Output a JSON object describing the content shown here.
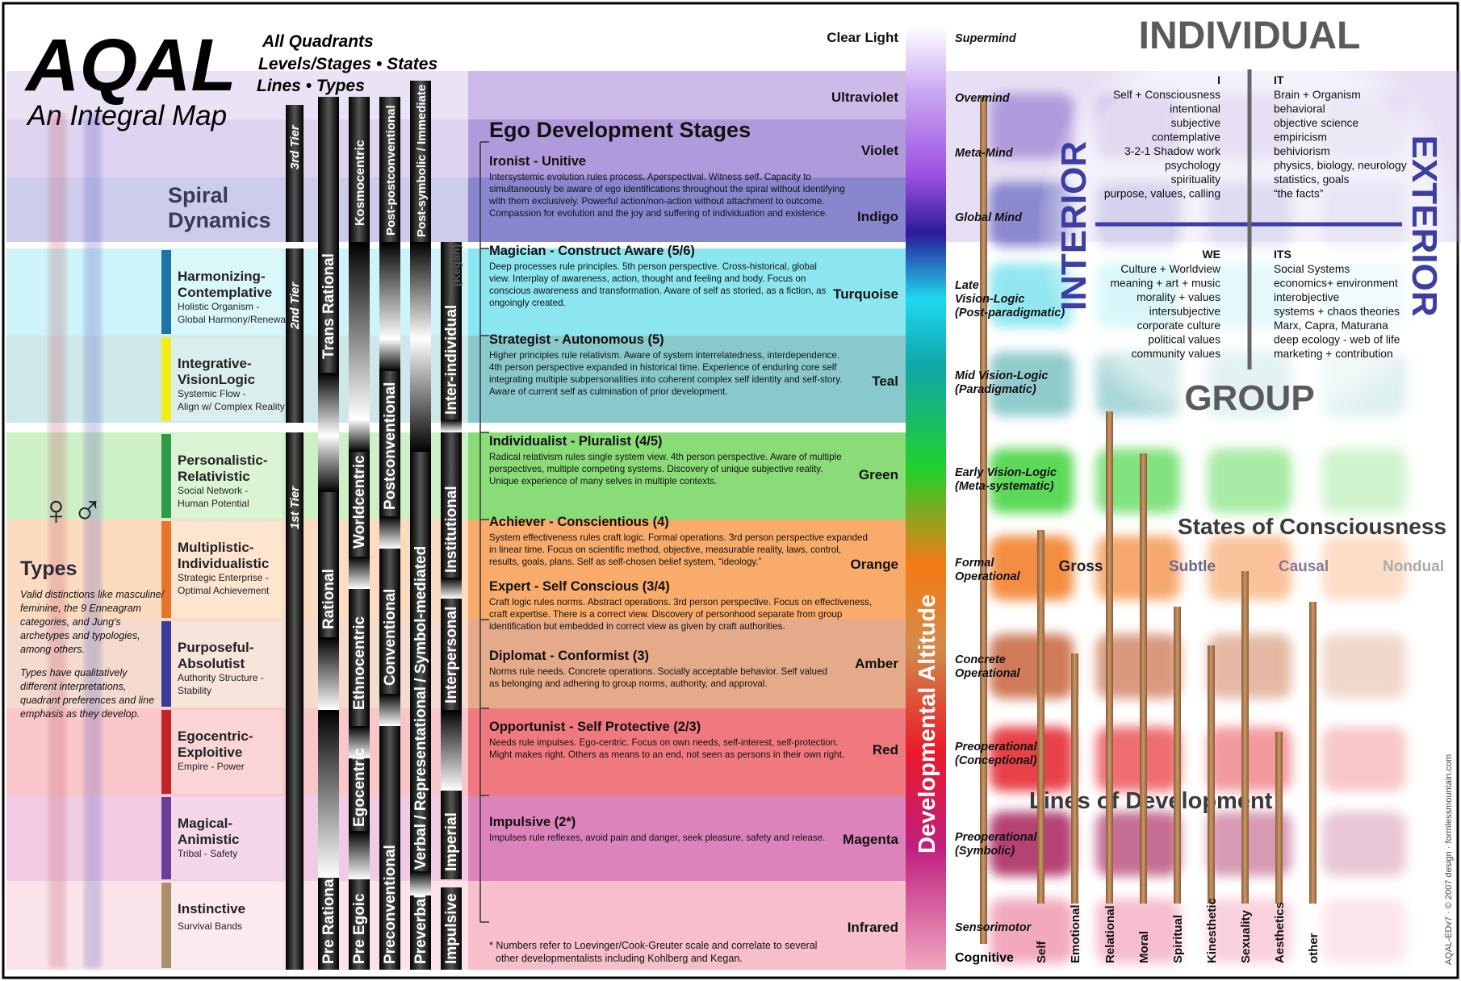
{
  "title": {
    "main": "AQAL",
    "sub": "An Integral Map",
    "tag_lines": [
      "All Quadrants",
      "Levels/Stages • States",
      "Lines • Types"
    ]
  },
  "spiral_dynamics": {
    "label_1": "Spiral",
    "label_2": "Dynamics"
  },
  "tiers": [
    "3rd Tier",
    "2nd Tier",
    "1st Tier"
  ],
  "memes": [
    {
      "name_1": "Harmonizing-",
      "name_2": "Contemplative",
      "sub_1": "Holistic Organism -",
      "sub_2": "Global Harmony/Renewal",
      "swatch": "#1e73a8"
    },
    {
      "name_1": "Integrative-",
      "name_2": "VisionLogic",
      "sub_1": "Systemic Flow -",
      "sub_2": "Align w/ Complex Reality",
      "swatch": "#f3ec18"
    },
    {
      "name_1": "Personalistic-",
      "name_2": "Relativistic",
      "sub_1": "Social Network -",
      "sub_2": "Human Potential",
      "swatch": "#2f9a48"
    },
    {
      "name_1": "Multiplistic-",
      "name_2": "Individualistic",
      "sub_1": "Strategic Enterprise -",
      "sub_2": "Optimal Achievement",
      "swatch": "#e8742a"
    },
    {
      "name_1": "Purposeful-",
      "name_2": "Absolutist",
      "sub_1": "Authority Structure -",
      "sub_2": "Stability",
      "swatch": "#3a3c9a"
    },
    {
      "name_1": "Egocentric-",
      "name_2": "Exploitive",
      "sub_1": "Empire - Power",
      "sub_2": "",
      "swatch": "#c02426"
    },
    {
      "name_1": "Magical-",
      "name_2": "Animistic",
      "sub_1": "Tribal - Safety",
      "sub_2": "",
      "swatch": "#6a3d97"
    },
    {
      "name_1": "Instinctive",
      "name_2": "",
      "sub_1": "Survival Bands",
      "sub_2": "",
      "swatch": "#a8916a"
    }
  ],
  "types": {
    "symbols": "♀♂",
    "heading": "Types",
    "p1": [
      "Valid distinctions like masculine/",
      "feminine, the 9 Enneagram",
      "categories, and Jung's",
      "archetypes and typologies,",
      "among others."
    ],
    "p2": [
      "Types have qualitatively",
      "different interpretations,",
      "quadrant preferences and line",
      "emphasis as they develop."
    ]
  },
  "vertical_bars": {
    "rational": [
      "Trans Rational",
      "Rational",
      "Pre Rational"
    ],
    "centric": [
      "Kosmocentric",
      "Worldcentric",
      "Ethnocentric",
      "Egocentric"
    ],
    "egoic": [
      "Pre Egoic"
    ],
    "conventional": [
      "Post-postconventional",
      "Postconventional",
      "Conventional",
      "Preconventional"
    ],
    "symbolic": [
      "Post-symbolic / Immediate",
      "Verbal / Representational / Symbol-mediated",
      "Preverbal"
    ],
    "kegan": [
      "(Kegan)",
      "Inter-individual",
      "Institutional",
      "Interpersonal",
      "Imperial",
      "Impulsive"
    ]
  },
  "ego_heading": "Ego Development Stages",
  "ego_stages": [
    {
      "title": "Ironist - Unitive",
      "lines": [
        "Intersystemic evolution rules process. Aperspectival. Witness self. Capacity to",
        "simultaneously be aware of ego identifications throughout the spiral without identifying",
        "with them exclusively. Powerful action/non-action without attachment to outcome.",
        "Compassion for evolution and the joy and suffering of individuation and existence."
      ]
    },
    {
      "title": "Magician - Construct Aware (5/6)",
      "lines": [
        "Deep processes rule principles. 5th person perspective. Cross-historical, global",
        "view. Interplay of awareness, action, thought and feeling and body. Focus on",
        "conscious awareness and transformation. Aware of self as storied, as a fiction, as",
        "ongoingly created."
      ]
    },
    {
      "title": "Strategist - Autonomous (5)",
      "lines": [
        "Higher principles rule relativism. Aware of system interrelatedness, interdependence.",
        "4th person perspective expanded in historical time. Experience of enduring core self",
        "integrating multiple subpersonalities into coherent complex self identity and self-story.",
        "Aware of current self as culmination of prior development."
      ]
    },
    {
      "title": "Individualist - Pluralist (4/5)",
      "lines": [
        "Radical relativism rules single system view. 4th person perspective. Aware of multiple",
        "perspectives, multiple competing systems. Discovery of unique subjective reality.",
        "Unique experience of many selves in multiple contexts."
      ]
    },
    {
      "title": "Achiever - Conscientious (4)",
      "lines": [
        "System effectiveness rules craft logic. Formal operations. 3rd person perspective expanded",
        "in linear time. Focus on scientific method, objective, measurable reality, laws, control,",
        "results, goals, plans. Self as self-chosen belief system, “ideology.”"
      ]
    },
    {
      "title": "Expert - Self Conscious (3/4)",
      "lines": [
        "Craft logic rules norms. Abstract operations. 3rd person perspective. Focus on effectiveness,",
        "craft expertise. There is a correct view. Discovery of personhood separate from group",
        "identification but embedded in correct view as given by craft authorities."
      ]
    },
    {
      "title": "Diplomat - Conformist (3)",
      "lines": [
        "Norms rule needs. Concrete operations. Socially acceptable behavior. Self valued",
        "as belonging and adhering to group norms, authority, and approval."
      ]
    },
    {
      "title": "Opportunist - Self Protective (2/3)",
      "lines": [
        "Needs rule impulses. Ego-centric. Focus on own needs, self-interest, self-protection.",
        "Might makes right. Others as means to an end, not seen as persons in their own right."
      ]
    },
    {
      "title": "Impulsive (2*)",
      "lines": [
        "Impulses rule reflexes, avoid pain and danger, seek pleasure, safety and release."
      ]
    }
  ],
  "footnote": [
    "* Numbers refer to Loevinger/Cook-Greuter scale and correlate to several",
    "other developmentalists including Kohlberg and Kegan."
  ],
  "colors_levels": [
    "Clear Light",
    "Ultraviolet",
    "Violet",
    "Indigo",
    "Turquoise",
    "Teal",
    "Green",
    "Orange",
    "Amber",
    "Red",
    "Magenta",
    "Infrared"
  ],
  "altitude_label": "Developmental Altitude",
  "cognitive": [
    {
      "l1": "Supermind",
      "l2": ""
    },
    {
      "l1": "Overmind",
      "l2": ""
    },
    {
      "l1": "Meta-Mind",
      "l2": ""
    },
    {
      "l1": "Global Mind",
      "l2": ""
    },
    {
      "l1": "Late",
      "l2": "Vision-Logic",
      "l3": "(Post-paradigmatic)"
    },
    {
      "l1": "Mid Vision-Logic",
      "l2": "(Paradigmatic)"
    },
    {
      "l1": "Early Vision-Logic",
      "l2": "(Meta-systematic)"
    },
    {
      "l1": "Formal",
      "l2": "Operational"
    },
    {
      "l1": "Concrete",
      "l2": "Operational"
    },
    {
      "l1": "Preoperational",
      "l2": "(Conceptional)"
    },
    {
      "l1": "Preoperational",
      "l2": "(Symbolic)"
    },
    {
      "l1": "Sensorimotor",
      "l2": ""
    }
  ],
  "cognitive_footer": "Cognitive",
  "quadrants": {
    "individual": "INDIVIDUAL",
    "group": "GROUP",
    "interior": "INTERIOR",
    "exterior": "EXTERIOR",
    "I": {
      "head": "I",
      "items": [
        "Self + Consciousness",
        "intentional",
        "subjective",
        "contemplative",
        "3-2-1 Shadow work",
        "psychology",
        "spirituality",
        "purpose, values, calling"
      ]
    },
    "IT": {
      "head": "IT",
      "items": [
        "Brain + Organism",
        "behavioral",
        "objective science",
        "empiricism",
        "behiviorism",
        "physics, biology, neurology",
        "statistics,  goals",
        "“the facts”"
      ]
    },
    "WE": {
      "head": "WE",
      "items": [
        "Culture + Worldview",
        "meaning + art + music",
        "morality + values",
        "intersubjective",
        "corporate culture",
        "political values",
        "community values"
      ]
    },
    "ITS": {
      "head": "ITS",
      "items": [
        "Social Systems",
        "economics+ environment",
        "interobjective",
        "systems + chaos theories",
        "Marx, Capra, Maturana",
        "deep ecology - web of life",
        "marketing + contribution"
      ]
    }
  },
  "states": {
    "heading": "States of Consciousness",
    "items": [
      "Gross",
      "Subtle",
      "Causal",
      "Nondual"
    ]
  },
  "lines_heading": "Lines of Development",
  "lines": [
    "Self",
    "Emotional",
    "Relational",
    "Moral",
    "Spiritual",
    "Kinesthetic",
    "Sexuality",
    "Aesthetics",
    "other"
  ],
  "credit": "AQAL-EDv7  ·  © 2007 design  ·  formlessmountain.com",
  "palette": {
    "ultraviolet": "#c9b3e6",
    "violet": "#a88fd8",
    "indigo": "#7b79c9",
    "turquoise": "#7fe3ef",
    "teal": "#7ec3c5",
    "green": "#7ed86a",
    "orange": "#f7a25a",
    "amber": "#e2a17e",
    "red": "#ee6b72",
    "magenta": "#d977b5",
    "infrared": "#f4b8c6",
    "quadrant_text": "#3b3fa0"
  }
}
